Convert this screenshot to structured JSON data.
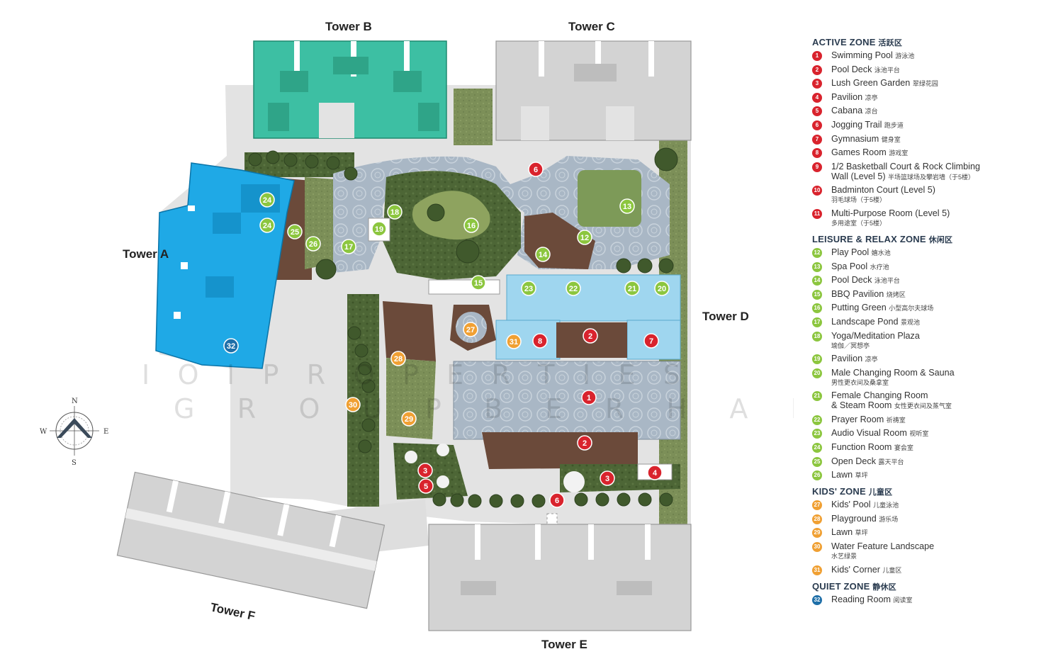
{
  "colors": {
    "active": "#d9232d",
    "leisure": "#8cc63f",
    "kids": "#f0a033",
    "quiet": "#1f6fa8",
    "tower_b": "#3dbfa3",
    "tower_a": "#1fa9e6",
    "tower_grey": "#d3d3d3",
    "deck": "#6b4a3a",
    "garden": "#4f6a3a",
    "pool": "#a8b6c4",
    "path": "#e2e2e2",
    "building_blue": "#9fd6ef"
  },
  "map": {
    "towers": {
      "a": "Tower A",
      "b": "Tower B",
      "c": "Tower C",
      "d": "Tower D",
      "e": "Tower E",
      "f": "Tower F"
    },
    "watermark": {
      "line1": "I O I   P R O P E R T I E S",
      "line2": "G R O U P   B E R H A D"
    },
    "compass": {
      "n": "N",
      "s": "S",
      "e": "E",
      "w": "W"
    },
    "markers": [
      {
        "n": "1",
        "zone": "active"
      },
      {
        "n": "1",
        "zone": "active"
      },
      {
        "n": "2",
        "zone": "active"
      },
      {
        "n": "2",
        "zone": "active"
      },
      {
        "n": "3",
        "zone": "active"
      },
      {
        "n": "3",
        "zone": "active"
      },
      {
        "n": "4",
        "zone": "active"
      },
      {
        "n": "5",
        "zone": "active"
      },
      {
        "n": "6",
        "zone": "active"
      },
      {
        "n": "6",
        "zone": "active"
      },
      {
        "n": "7",
        "zone": "active"
      },
      {
        "n": "8",
        "zone": "active"
      },
      {
        "n": "12",
        "zone": "leisure"
      },
      {
        "n": "13",
        "zone": "leisure"
      },
      {
        "n": "14",
        "zone": "leisure"
      },
      {
        "n": "15",
        "zone": "leisure"
      },
      {
        "n": "16",
        "zone": "leisure"
      },
      {
        "n": "17",
        "zone": "leisure"
      },
      {
        "n": "18",
        "zone": "leisure"
      },
      {
        "n": "19",
        "zone": "leisure"
      },
      {
        "n": "20",
        "zone": "leisure"
      },
      {
        "n": "21",
        "zone": "leisure"
      },
      {
        "n": "22",
        "zone": "leisure"
      },
      {
        "n": "23",
        "zone": "leisure"
      },
      {
        "n": "24",
        "zone": "leisure"
      },
      {
        "n": "24",
        "zone": "leisure"
      },
      {
        "n": "25",
        "zone": "leisure"
      },
      {
        "n": "26",
        "zone": "leisure"
      },
      {
        "n": "27",
        "zone": "kids"
      },
      {
        "n": "28",
        "zone": "kids"
      },
      {
        "n": "29",
        "zone": "kids"
      },
      {
        "n": "30",
        "zone": "kids"
      },
      {
        "n": "31",
        "zone": "kids"
      },
      {
        "n": "32",
        "zone": "quiet"
      }
    ]
  },
  "legend": {
    "zones": [
      {
        "key": "active",
        "title": "ACTIVE ZONE",
        "title_cn": "活跃区",
        "items": [
          {
            "n": "1",
            "en": "Swimming Pool",
            "cn": "游泳池"
          },
          {
            "n": "2",
            "en": "Pool Deck",
            "cn": "泳池平台"
          },
          {
            "n": "3",
            "en": "Lush Green Garden",
            "cn": "翠绿花园"
          },
          {
            "n": "4",
            "en": "Pavilion",
            "cn": "凉亭"
          },
          {
            "n": "5",
            "en": "Cabana",
            "cn": "凉台"
          },
          {
            "n": "6",
            "en": "Jogging Trail",
            "cn": "跑步道"
          },
          {
            "n": "7",
            "en": "Gymnasium",
            "cn": "健身室"
          },
          {
            "n": "8",
            "en": "Games Room",
            "cn": "游戏室"
          },
          {
            "n": "9",
            "en": "1/2 Basketball Court & Rock Climbing",
            "en2": "Wall (Level 5)",
            "cn": "半场篮球场及攀岩墙（于5楼）"
          },
          {
            "n": "10",
            "en": "Badminton Court (Level 5)",
            "cn2": "羽毛球场（于5楼）"
          },
          {
            "n": "11",
            "en": "Multi-Purpose Room (Level 5)",
            "cn2": "多用途室（于5楼）"
          }
        ]
      },
      {
        "key": "leisure",
        "title": "LEISURE & RELAX ZONE",
        "title_cn": "休闲区",
        "items": [
          {
            "n": "12",
            "en": "Play Pool",
            "cn": "嬉水池"
          },
          {
            "n": "13",
            "en": "Spa Pool",
            "cn": "水疗池"
          },
          {
            "n": "14",
            "en": "Pool Deck",
            "cn": "泳池平台"
          },
          {
            "n": "15",
            "en": "BBQ Pavilion",
            "cn": "烧烤区"
          },
          {
            "n": "16",
            "en": "Putting Green",
            "cn": "小型高尔夫球场"
          },
          {
            "n": "17",
            "en": "Landscape Pond",
            "cn": "景观池"
          },
          {
            "n": "18",
            "en": "Yoga/Meditation Plaza",
            "cn2": "瑜伽／冥想亭"
          },
          {
            "n": "19",
            "en": "Pavilion",
            "cn": "凉亭"
          },
          {
            "n": "20",
            "en": "Male Changing Room & Sauna",
            "cn2": "男性更衣间及桑拿室"
          },
          {
            "n": "21",
            "en": "Female Changing Room",
            "en2": "& Steam Room",
            "cn": "女性更衣间及蒸气室"
          },
          {
            "n": "22",
            "en": "Prayer Room",
            "cn": "祈祷室"
          },
          {
            "n": "23",
            "en": "Audio Visual Room",
            "cn": "视听室"
          },
          {
            "n": "24",
            "en": "Function Room",
            "cn": "宴会室"
          },
          {
            "n": "25",
            "en": "Open Deck",
            "cn": "露天平台"
          },
          {
            "n": "26",
            "en": "Lawn",
            "cn": "草坪"
          }
        ]
      },
      {
        "key": "kids",
        "title": "KIDS' ZONE",
        "title_cn": "儿童区",
        "items": [
          {
            "n": "27",
            "en": "Kids' Pool",
            "cn": "儿童泳池"
          },
          {
            "n": "28",
            "en": "Playground",
            "cn": "游乐场"
          },
          {
            "n": "29",
            "en": "Lawn",
            "cn": "草坪"
          },
          {
            "n": "30",
            "en": "Water Feature Landscape",
            "cn2": "水艺绿景"
          },
          {
            "n": "31",
            "en": "Kids' Corner",
            "cn": "儿童区"
          }
        ]
      },
      {
        "key": "quiet",
        "title": "QUIET ZONE",
        "title_cn": "静休区",
        "items": [
          {
            "n": "32",
            "en": "Reading Room",
            "cn": "阅读室"
          }
        ]
      }
    ]
  }
}
